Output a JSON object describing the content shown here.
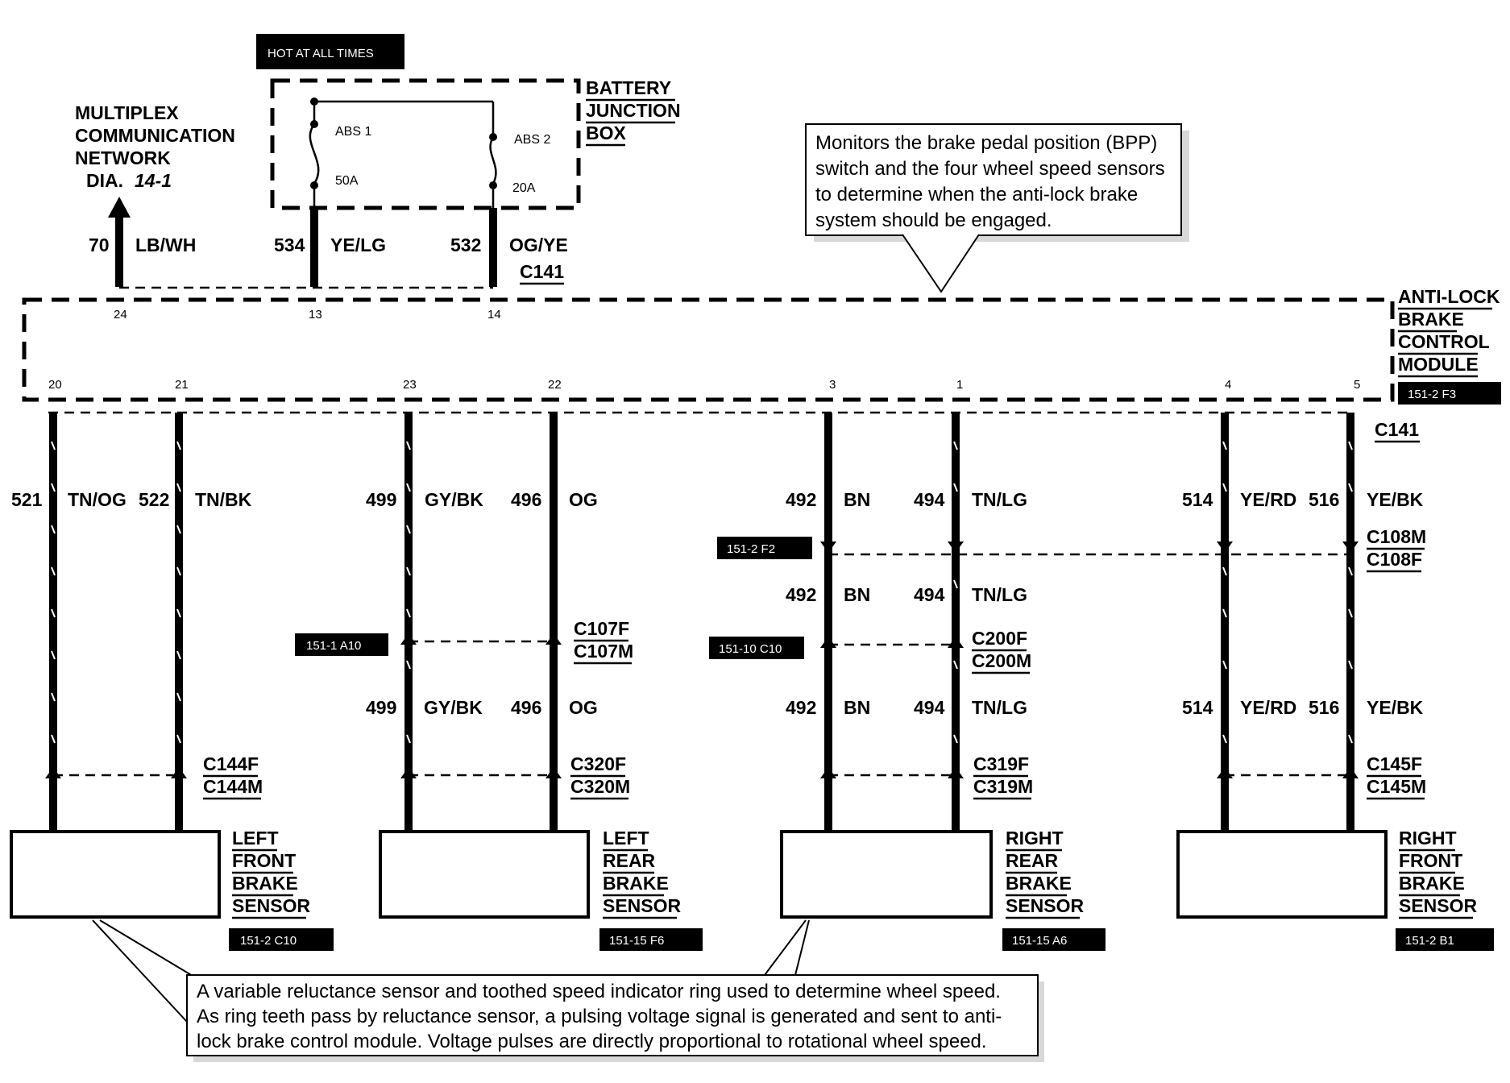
{
  "hot_label": "HOT AT ALL TIMES",
  "bjb": {
    "line1": "BATTERY",
    "line2": "JUNCTION",
    "line3": "BOX",
    "fuse1_name": "ABS 1",
    "fuse1_rating": "50A",
    "fuse2_name": "ABS 2",
    "fuse2_rating": "20A"
  },
  "multiplex": {
    "line1": "MULTIPLEX",
    "line2": "COMMUNICATION",
    "line3": "NETWORK",
    "line4a": "DIA.",
    "line4b": "14-1"
  },
  "top_wires": [
    {
      "circuit": "70",
      "color": "LB/WH",
      "pin": "24"
    },
    {
      "circuit": "534",
      "color": "YE/LG",
      "pin": "13"
    },
    {
      "circuit": "532",
      "color": "OG/YE",
      "pin": "14"
    }
  ],
  "c141_top": "C141",
  "note_top": {
    "l1": "Monitors the brake pedal position (BPP)",
    "l2": "switch and the four wheel speed sensors",
    "l3": "to determine when the anti-lock brake",
    "l4": "system  should be engaged."
  },
  "module": {
    "line1": "ANTI-LOCK",
    "line2": "BRAKE",
    "line3": "CONTROL",
    "line4": "MODULE",
    "ref": "151-2 F3"
  },
  "c141_right": "C141",
  "bottom_pins": [
    "20",
    "21",
    "23",
    "22",
    "3",
    "1",
    "4",
    "5"
  ],
  "sensor_wires": {
    "lf": [
      {
        "circuit": "521",
        "color": "TN/OG"
      },
      {
        "circuit": "522",
        "color": "TN/BK"
      }
    ],
    "lr": [
      {
        "circuit": "499",
        "color": "GY/BK"
      },
      {
        "circuit": "496",
        "color": "OG"
      }
    ],
    "rr": [
      {
        "circuit": "492",
        "color": "BN"
      },
      {
        "circuit": "494",
        "color": "TN/LG"
      }
    ],
    "rf": [
      {
        "circuit": "514",
        "color": "YE/RD"
      },
      {
        "circuit": "516",
        "color": "YE/BK"
      }
    ]
  },
  "connectors": {
    "c108m": "C108M",
    "c108f": "C108F",
    "c107f": "C107F",
    "c107m": "C107M",
    "c200f": "C200F",
    "c200m": "C200M",
    "c144f": "C144F",
    "c144m": "C144M",
    "c320f": "C320F",
    "c320m": "C320M",
    "c319f": "C319F",
    "c319m": "C319M",
    "c145f": "C145F",
    "c145m": "C145M"
  },
  "ref_tags": {
    "f2": "151-2 F2",
    "a10": "151-1 A10",
    "c10_10": "151-10 C10"
  },
  "sensors": {
    "lf": {
      "l1": "LEFT",
      "l2": "FRONT",
      "l3": "BRAKE",
      "l4": "SENSOR",
      "ref": "151-2 C10"
    },
    "lr": {
      "l1": "LEFT",
      "l2": "REAR",
      "l3": "BRAKE",
      "l4": "SENSOR",
      "ref": "151-15 F6"
    },
    "rr": {
      "l1": "RIGHT",
      "l2": "REAR",
      "l3": "BRAKE",
      "l4": "SENSOR",
      "ref": "151-15 A6"
    },
    "rf": {
      "l1": "RIGHT",
      "l2": "FRONT",
      "l3": "BRAKE",
      "l4": "SENSOR",
      "ref": "151-2 B1"
    }
  },
  "note_bottom": {
    "l1": "A variable reluctance sensor and toothed speed indicator ring used to determine wheel speed.",
    "l2": "As ring teeth pass by reluctance sensor, a pulsing voltage signal is generated and sent to anti-",
    "l3": "lock brake control module.  Voltage pulses are directly proportional to rotational wheel speed."
  }
}
